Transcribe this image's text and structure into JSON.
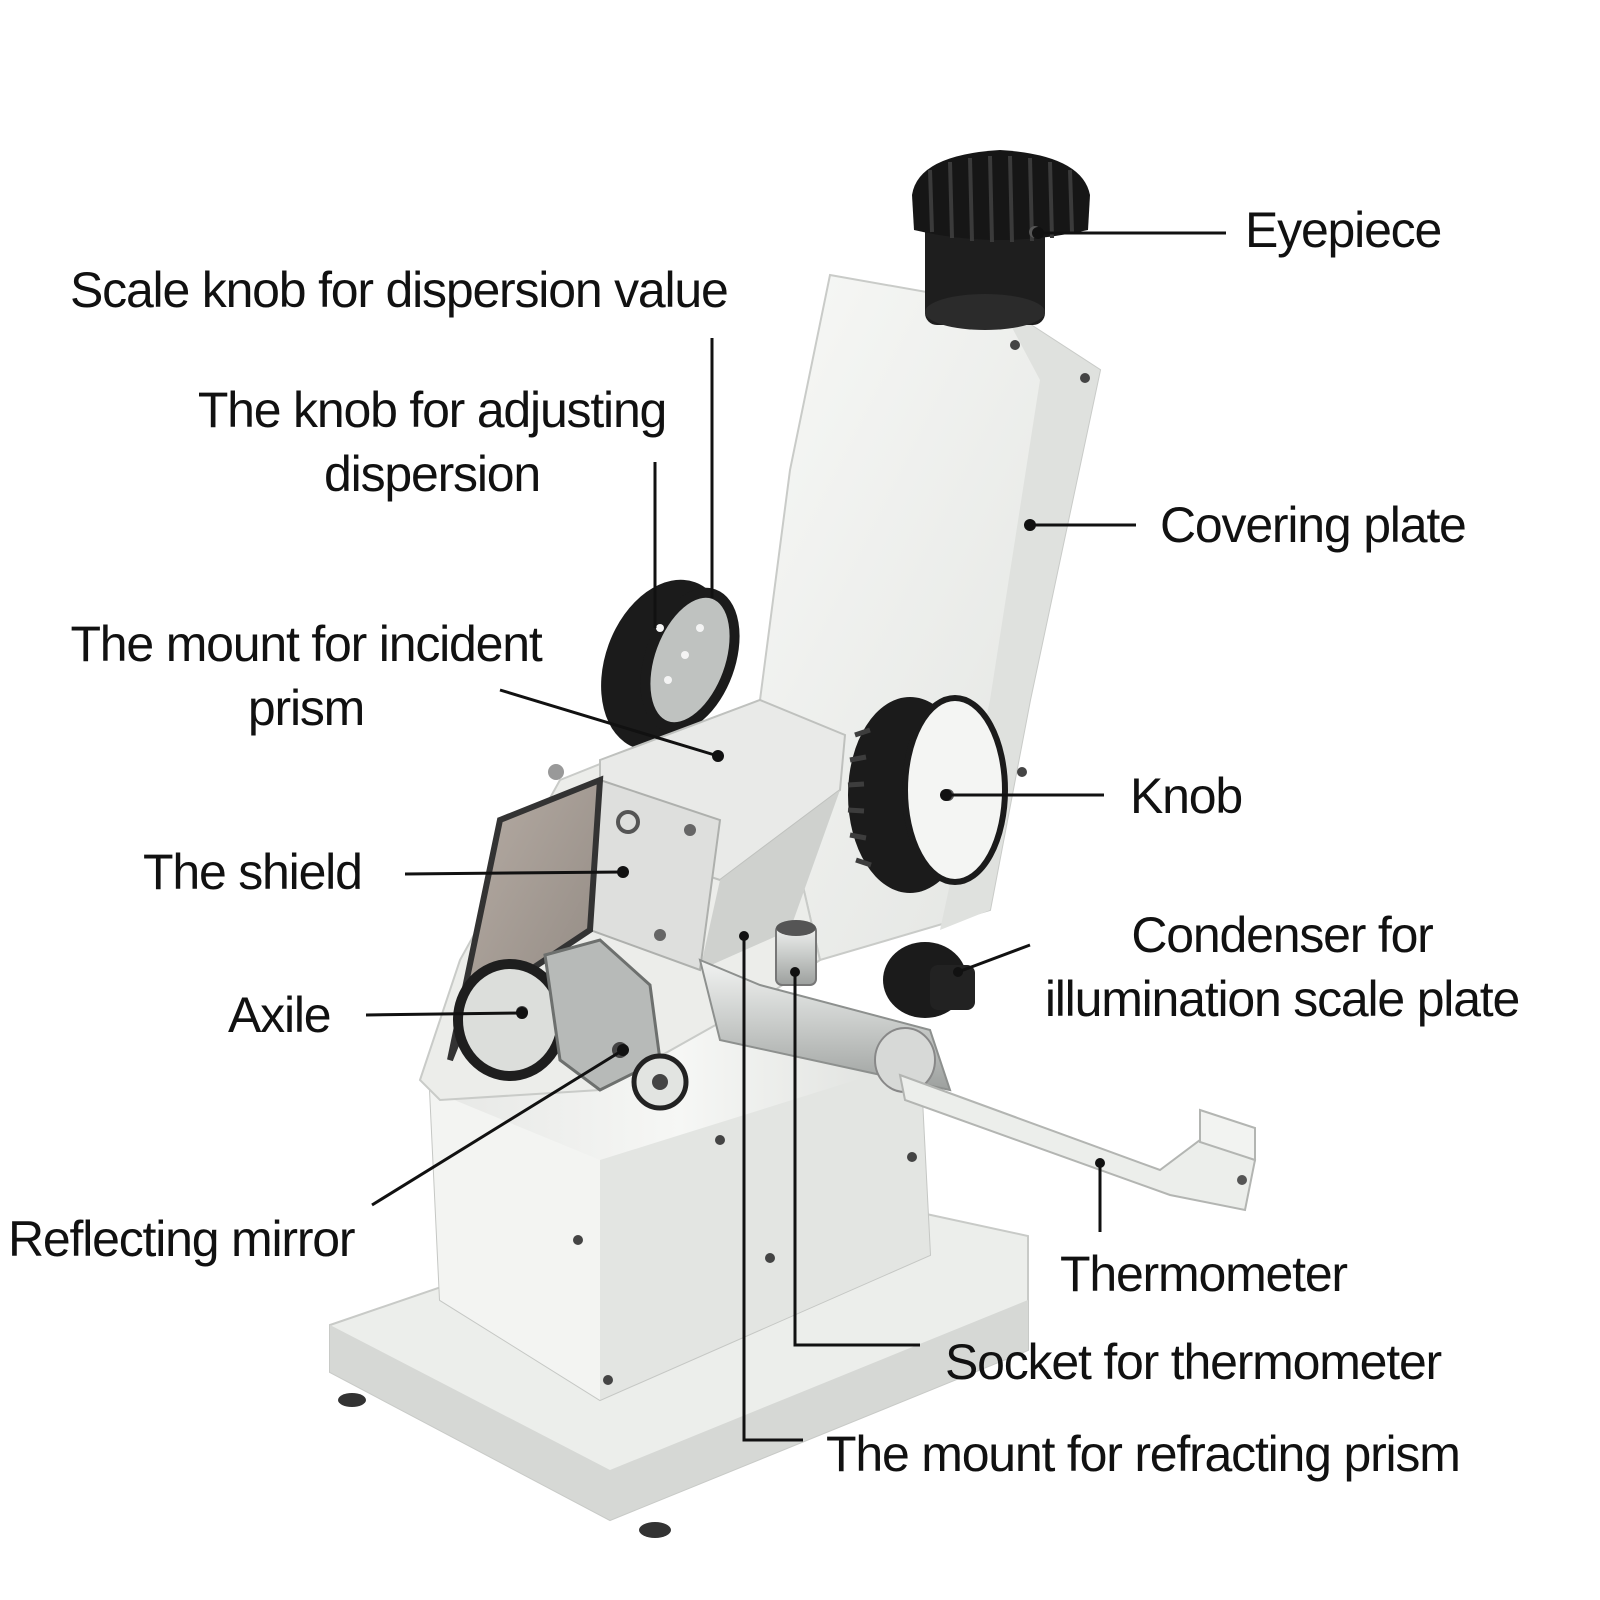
{
  "labels": {
    "scale_knob": "Scale knob for dispersion value",
    "adjust_knob_line1": "The knob for adjusting",
    "adjust_knob_line2": "dispersion",
    "incident_mount_line1": "The mount for incident",
    "incident_mount_line2": "prism",
    "shield": "The shield",
    "axile": "Axile",
    "reflecting_mirror": "Reflecting mirror",
    "eyepiece": "Eyepiece",
    "covering_plate": "Covering plate",
    "knob": "Knob",
    "condenser_line1": "Condenser for",
    "condenser_line2": "illumination scale plate",
    "thermometer": "Thermometer",
    "socket": "Socket for thermometer",
    "refracting_mount": "The mount for refracting prism"
  },
  "colors": {
    "body": "#f1f2f0",
    "body_shade": "#d9dbd8",
    "knob_dark": "#1c1c1c",
    "metal": "#c9ccca",
    "leader": "#111111"
  }
}
